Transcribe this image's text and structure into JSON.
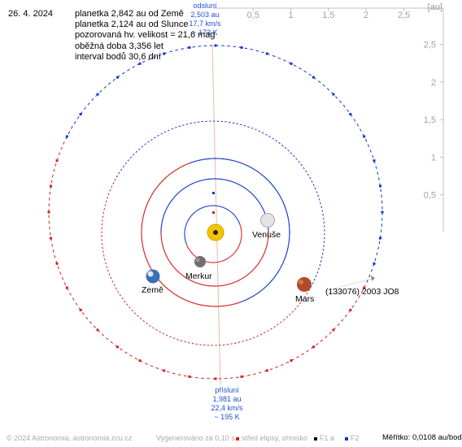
{
  "date": "26. 4. 2024",
  "info_lines": [
    "planetka 2,842 au od Země",
    "planetka 2,124 au od Slunce",
    "pozorovaná hv. velikost = 21,6 mag",
    "oběžná doba 3,356 let",
    "interval bodů 30,6 dní"
  ],
  "unit_label": "[au]",
  "x_ticks": [
    "0,5",
    "1",
    "1,5",
    "2",
    "2,5"
  ],
  "y_ticks": [
    "2,5",
    "2",
    "1,5",
    "1",
    "0,5"
  ],
  "aphelion": {
    "title": "odsluní",
    "distance": "2,503 au",
    "speed": "17,7 km/s",
    "temp": "~ 173 K"
  },
  "perihelion": {
    "title": "přísluní",
    "distance": "1,981 au",
    "speed": "22,4 km/s",
    "temp": "~ 195 K"
  },
  "planets": [
    {
      "name": "Venuše",
      "color": "#d8d8d8"
    },
    {
      "name": "Merkur",
      "color": "#777777"
    },
    {
      "name": "Země",
      "color": "#3a6fb5"
    },
    {
      "name": "Mars",
      "color": "#b14a28"
    },
    {
      "name": "(133076) 2003 JO8",
      "color": "#8a8a8a"
    }
  ],
  "footer": {
    "copyright": "© 2024 Astronomia, astronomia.zcu.cz",
    "generated": "Vygenerováno za 0,10 s",
    "legend_center": "střed elipsy, ohnisko",
    "legend_f1": "F1 a",
    "legend_f2": "F2",
    "scale": "Měřítko: 0,0108 au/bod"
  },
  "colors": {
    "orbit_above": "#d42020",
    "orbit_below": "#1038c8",
    "sun": "#f4c400",
    "scale_text": "#000000"
  }
}
